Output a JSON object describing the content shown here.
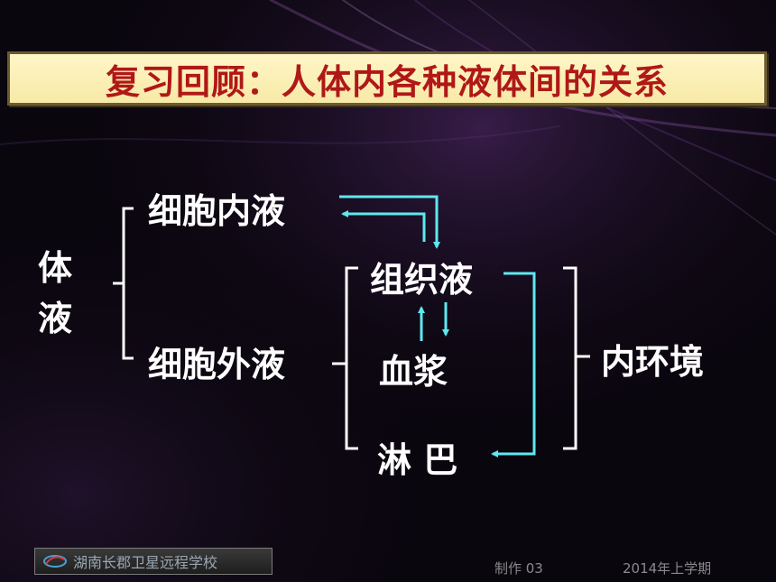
{
  "slide": {
    "title": "复习回顾：人体内各种液体间的关系"
  },
  "diagram": {
    "body_fluid_chars": [
      "体",
      "液"
    ],
    "intracellular": "细胞内液",
    "extracellular": "细胞外液",
    "tissue_fluid": "组织液",
    "plasma": "血浆",
    "lymph": "淋 巴",
    "internal_environment": "内环境"
  },
  "footer": {
    "school": "湖南长郡卫星远程学校",
    "made_by": "制作  03",
    "term": "2014年上学期"
  },
  "colors": {
    "title_text": "#b01818",
    "title_bg": "#f7e9a6",
    "arrow": "#5ee8f0",
    "bracket": "#ffffff",
    "label": "#ffffff"
  }
}
